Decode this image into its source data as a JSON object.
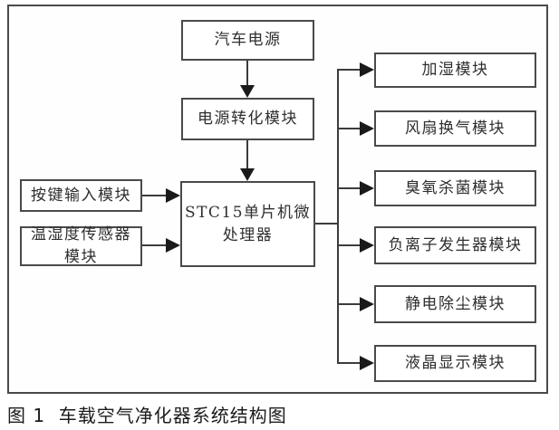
{
  "diagram": {
    "top_nodes": {
      "power": "汽车电源",
      "power_conversion": "电源转化模块"
    },
    "mcu": {
      "line1": "STC15单片机微",
      "line2": "处理器"
    },
    "left_nodes": {
      "keys": "按键输入模块",
      "temp_line1": "温湿度传感器",
      "temp_line2": "模块"
    },
    "right_nodes": [
      "加湿模块",
      "风扇换气模块",
      "臭氧杀菌模块",
      "负离子发生器模块",
      "静电除尘模块",
      "液晶显示模块"
    ]
  },
  "caption": "图 1  车载空气净化器系统结构图",
  "colors": {
    "border": "#4a4a4a",
    "line": "#3c3c3c",
    "arrow": "#1a1a1a",
    "text": "#2e2e2e",
    "background": "#ffffff"
  }
}
